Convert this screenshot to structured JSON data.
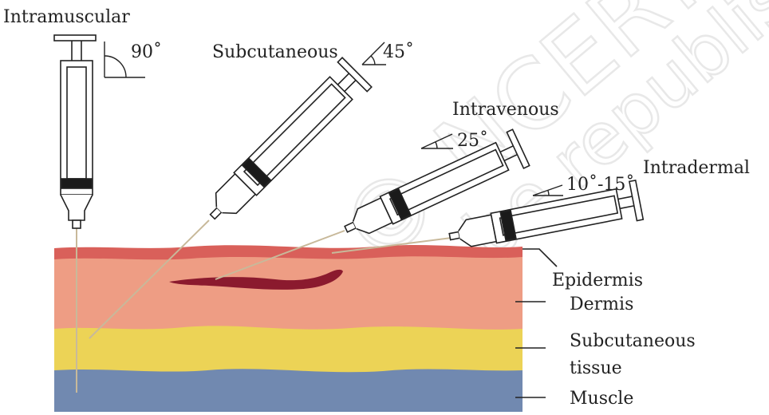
{
  "watermark": {
    "line1": "© NCERT",
    "line2": "not to be republished"
  },
  "injection_types": [
    {
      "name": "Intramuscular",
      "angle": "90˚"
    },
    {
      "name": "Subcutaneous",
      "angle": "45˚"
    },
    {
      "name": "Intravenous",
      "angle": "25˚"
    },
    {
      "name": "Intradermal",
      "angle": "10˚-15˚"
    }
  ],
  "skin_layers": [
    {
      "name": "Epidermis",
      "color": "#d9605a"
    },
    {
      "name": "Dermis",
      "color": "#ee9d84"
    },
    {
      "name": "Subcutaneous\ntissue",
      "line1": "Subcutaneous",
      "line2": "tissue",
      "color": "#ecd356"
    },
    {
      "name": "Muscle",
      "color": "#7189b0"
    }
  ],
  "colors": {
    "vein": "#8b1a2e",
    "syringe_outline": "#222222",
    "plunger_band": "#1a1a1a"
  }
}
